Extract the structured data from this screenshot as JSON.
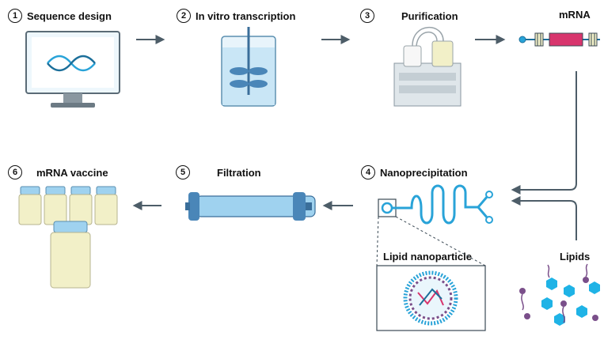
{
  "steps": [
    {
      "num": "1",
      "label": "Sequence design"
    },
    {
      "num": "2",
      "label": "In vitro transcription"
    },
    {
      "num": "3",
      "label": "Purification"
    },
    {
      "num": "4",
      "label": "Nanoprecipitation"
    },
    {
      "num": "5",
      "label": "Filtration"
    },
    {
      "num": "6",
      "label": "mRNA vaccine"
    }
  ],
  "labels": {
    "mrna": "mRNA",
    "lipid_nanoparticle": "Lipid nanoparticle",
    "lipids": "Lipids"
  },
  "colors": {
    "arrow": "#4d5d68",
    "accent_blue": "#29a3d8",
    "liquid": "#c9e6f6",
    "vial_fill": "#f2f0c8",
    "vial_cap": "#9fd2ef",
    "mrna_red": "#d8356d",
    "lipid_purple": "#7a4f8a",
    "lipid_cyan": "#1fb3e6"
  }
}
